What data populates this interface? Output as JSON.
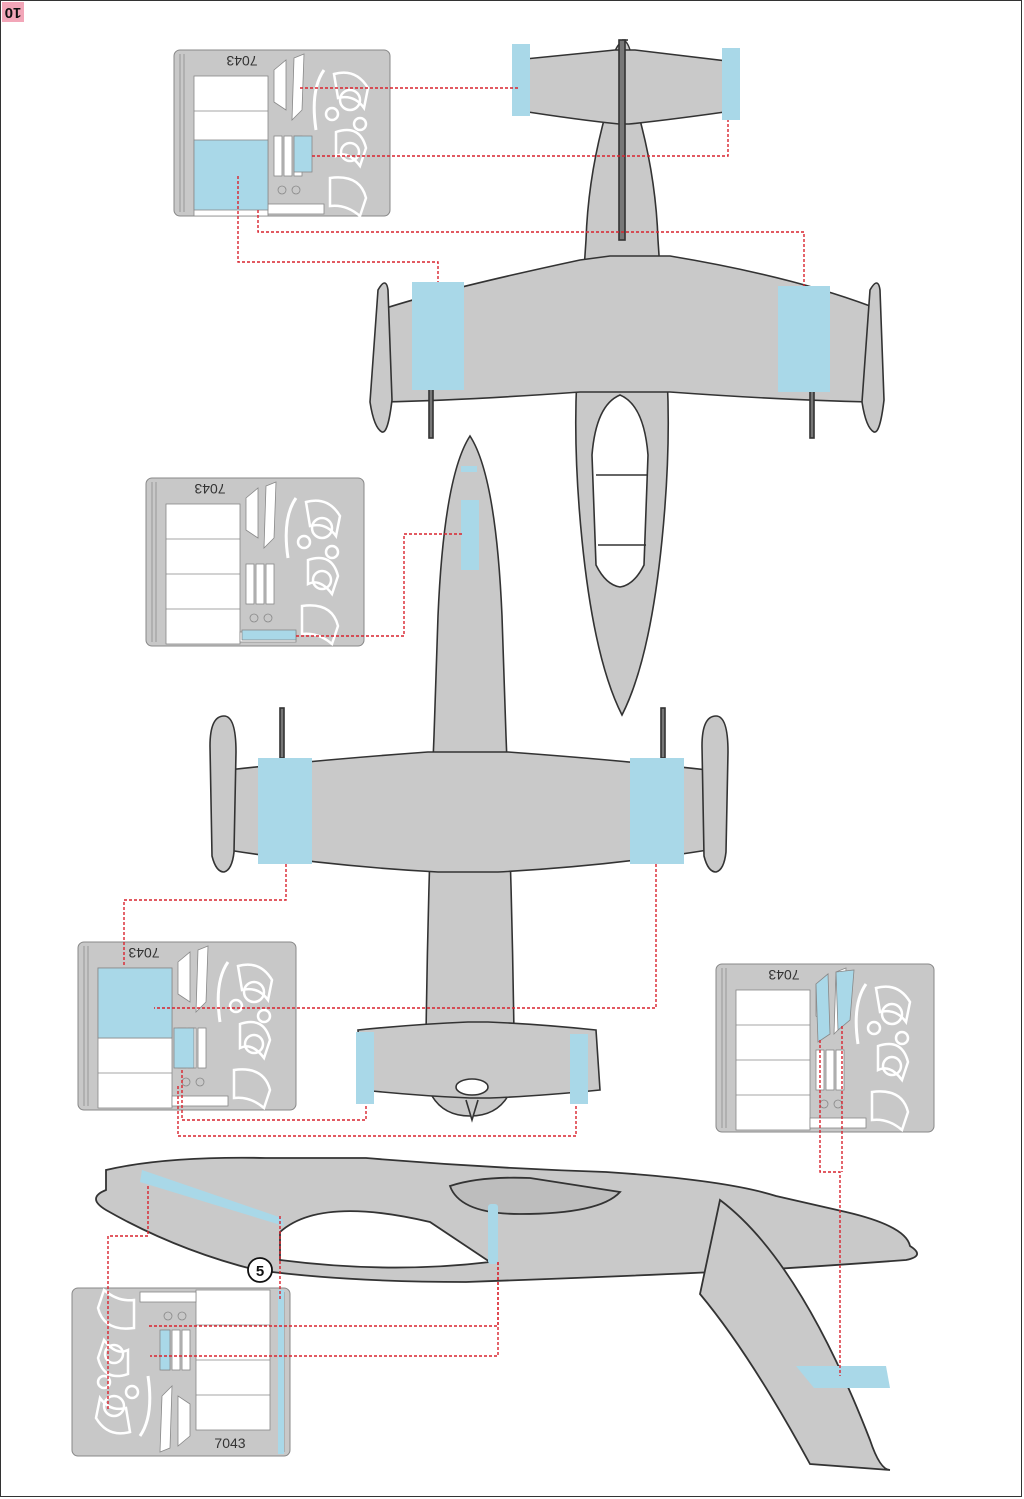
{
  "page": {
    "number": "10",
    "step_marker": "5"
  },
  "frets": [
    {
      "id": "fret-top",
      "code": "7043"
    },
    {
      "id": "fret-middle",
      "code": "7043"
    },
    {
      "id": "fret-lower-left",
      "code": "7043"
    },
    {
      "id": "fret-lower-right",
      "code": "7043"
    },
    {
      "id": "fret-bottom",
      "code": "7043"
    }
  ],
  "colors": {
    "mask_blue": "#a9d8e8",
    "fret_gray": "#c8c8c8",
    "airframe_gray": "#c9c9c9",
    "leader_red": "#d9232e",
    "page_badge": "#f2a6b8"
  }
}
